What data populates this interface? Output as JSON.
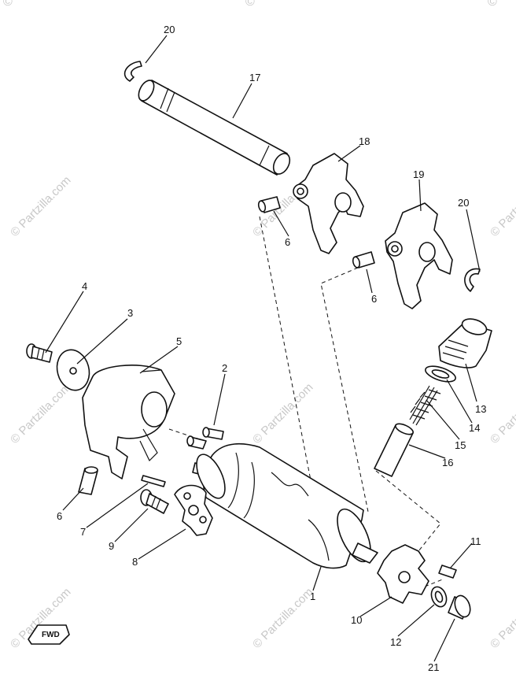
{
  "watermark": {
    "text": "© Partzilla.com",
    "top_fragment": "©"
  },
  "diagram": {
    "callouts": [
      "20",
      "17",
      "18",
      "19",
      "20",
      "6",
      "6",
      "4",
      "3",
      "5",
      "2",
      "13",
      "14",
      "15",
      "16",
      "6",
      "7",
      "9",
      "8",
      "1",
      "11",
      "10",
      "12",
      "21"
    ],
    "fwd_label": "FWD"
  },
  "colors": {
    "ink": "#111111",
    "watermark": "#c8c8c8",
    "background": "#ffffff"
  }
}
